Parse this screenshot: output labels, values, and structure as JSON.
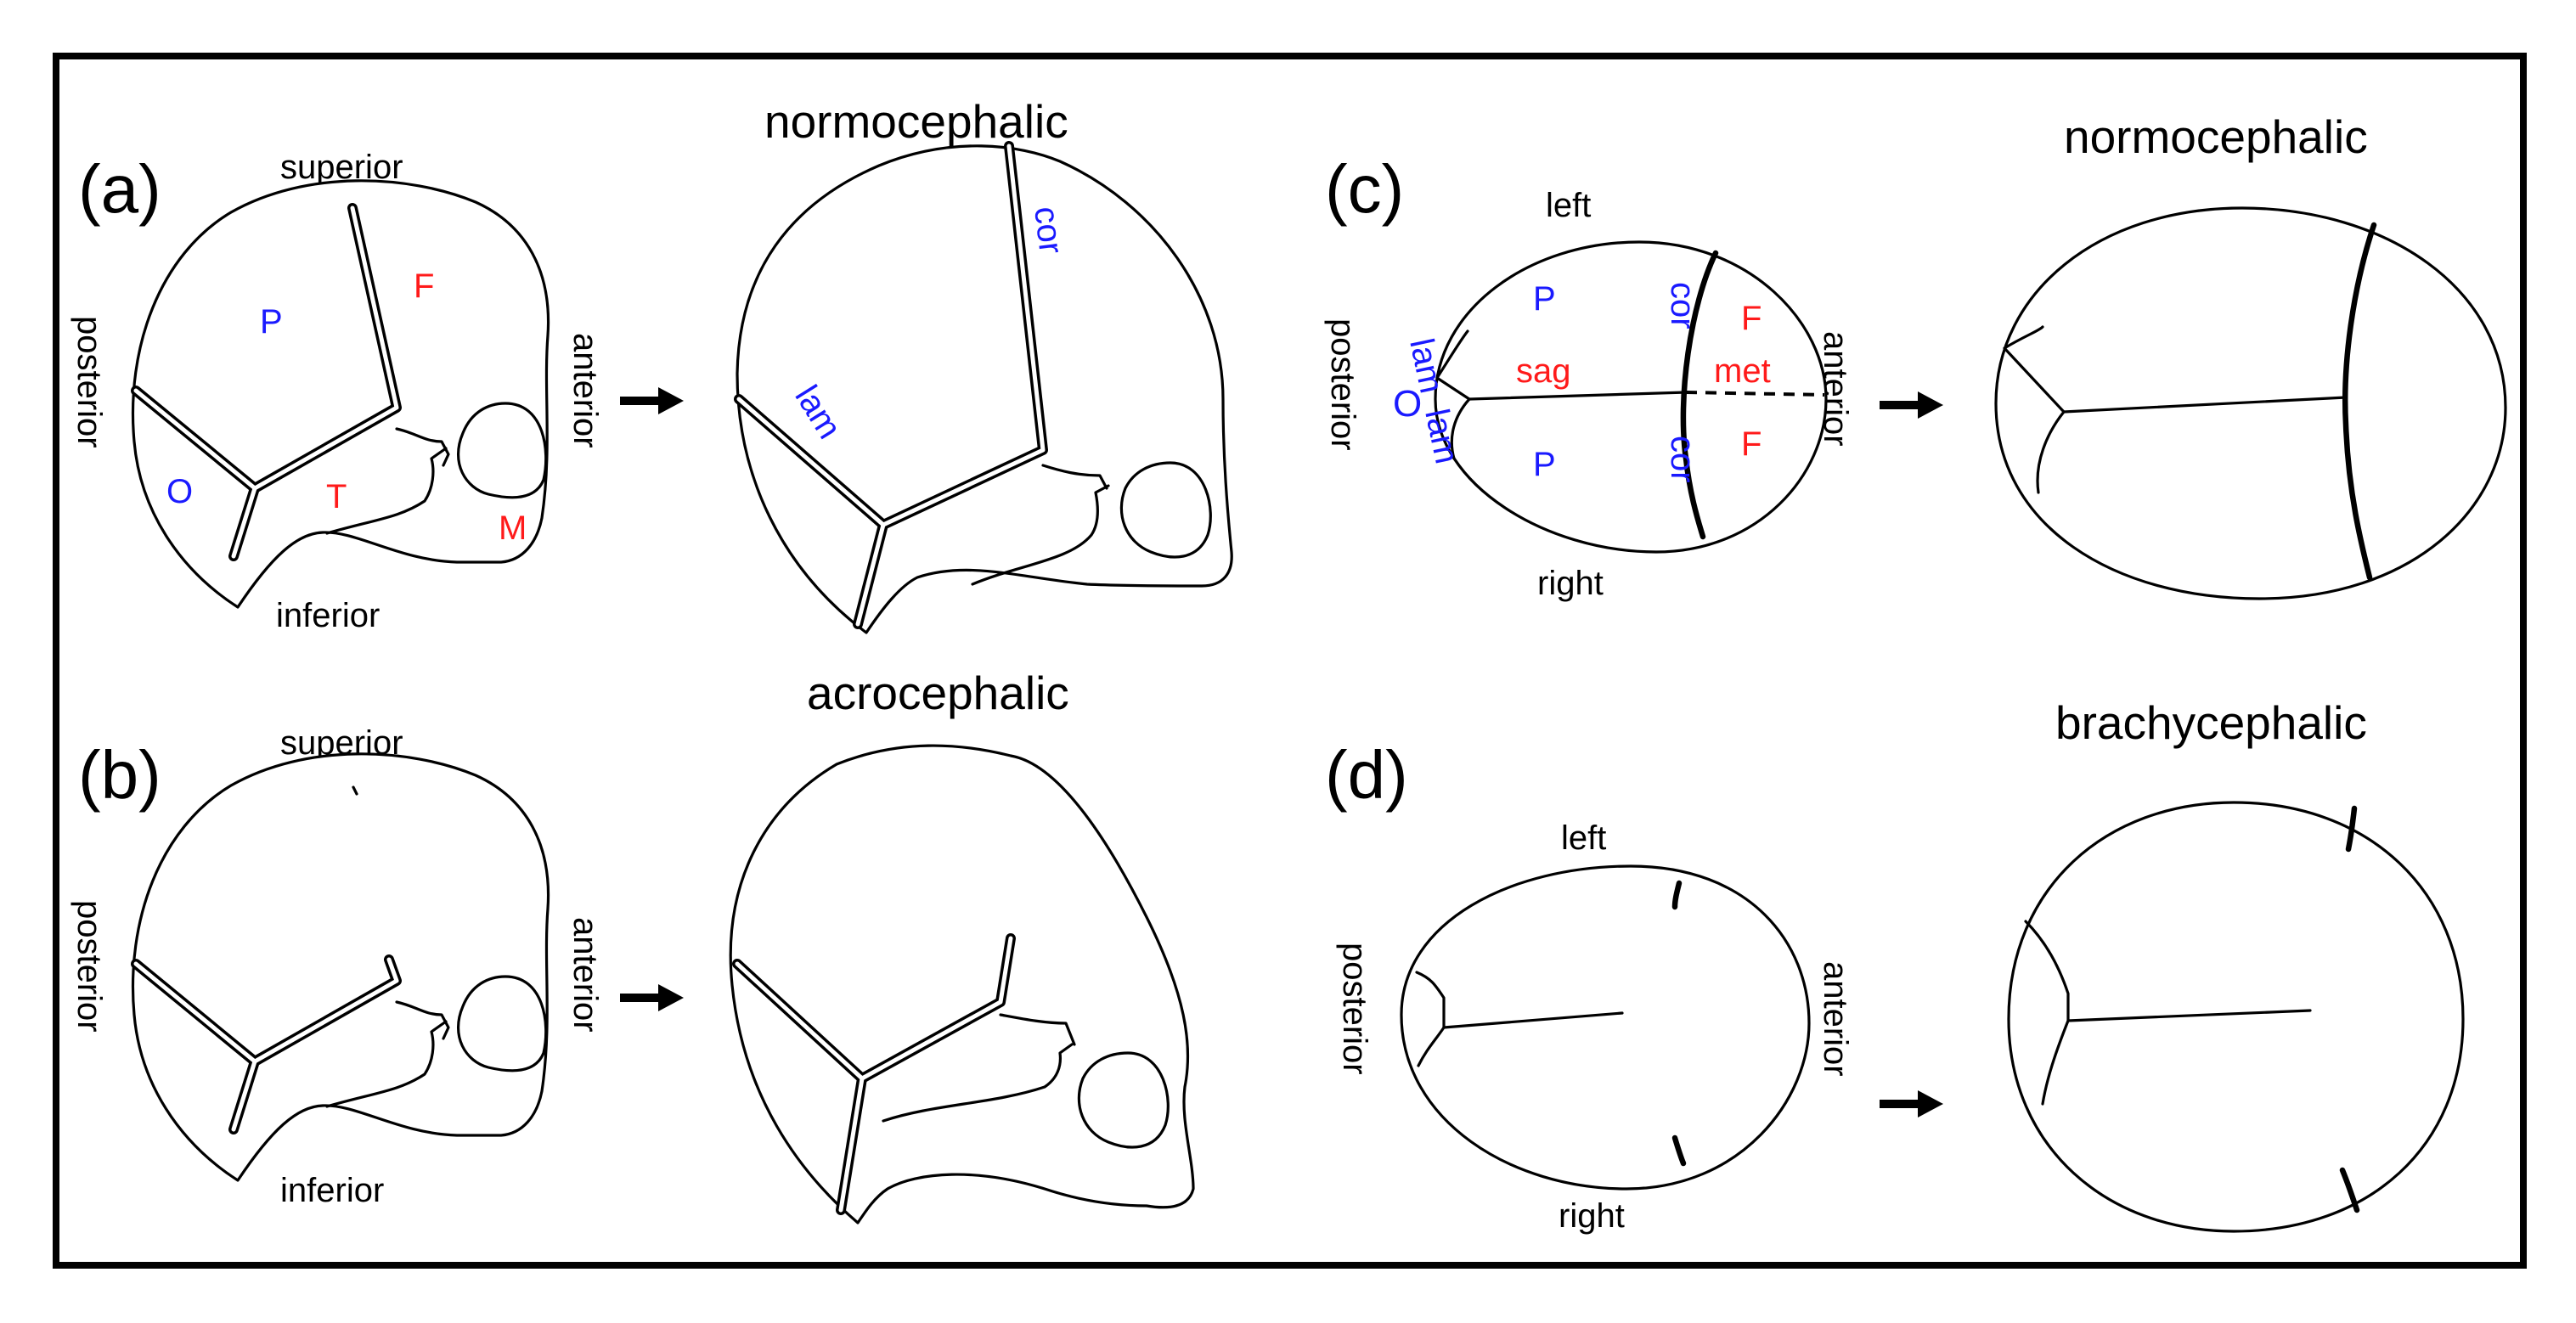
{
  "panels": {
    "a": {
      "label": "(a)",
      "title": "normocephalic",
      "directions": {
        "superior": "superior",
        "inferior": "inferior",
        "posterior": "posterior",
        "anterior": "anterior"
      },
      "bones": {
        "P": "P",
        "F": "F",
        "O": "O",
        "T": "T",
        "M": "M"
      },
      "sutures": {
        "lam": "lam",
        "cor": "cor"
      }
    },
    "b": {
      "label": "(b)",
      "title": "acrocephalic",
      "directions": {
        "superior": "superior",
        "inferior": "inferior",
        "posterior": "posterior",
        "anterior": "anterior"
      }
    },
    "c": {
      "label": "(c)",
      "title": "normocephalic",
      "directions": {
        "left": "left",
        "right": "right",
        "posterior": "posterior",
        "anterior": "anterior"
      },
      "bones": {
        "P_top": "P",
        "P_bottom": "P",
        "F_top": "F",
        "F_bottom": "F",
        "O": "O"
      },
      "sutures": {
        "lam_top": "lam",
        "lam_bottom": "lam",
        "sag": "sag",
        "met": "met",
        "cor_top": "cor",
        "cor_bottom": "cor"
      }
    },
    "d": {
      "label": "(d)",
      "title": "brachycephalic",
      "directions": {
        "left": "left",
        "right": "right",
        "posterior": "posterior",
        "anterior": "anterior"
      }
    }
  },
  "colors": {
    "bone_label": "#1a1aff",
    "suture_label": "#ff1a1a",
    "line": "#000000"
  },
  "icons": [
    "right-arrow-icon"
  ]
}
